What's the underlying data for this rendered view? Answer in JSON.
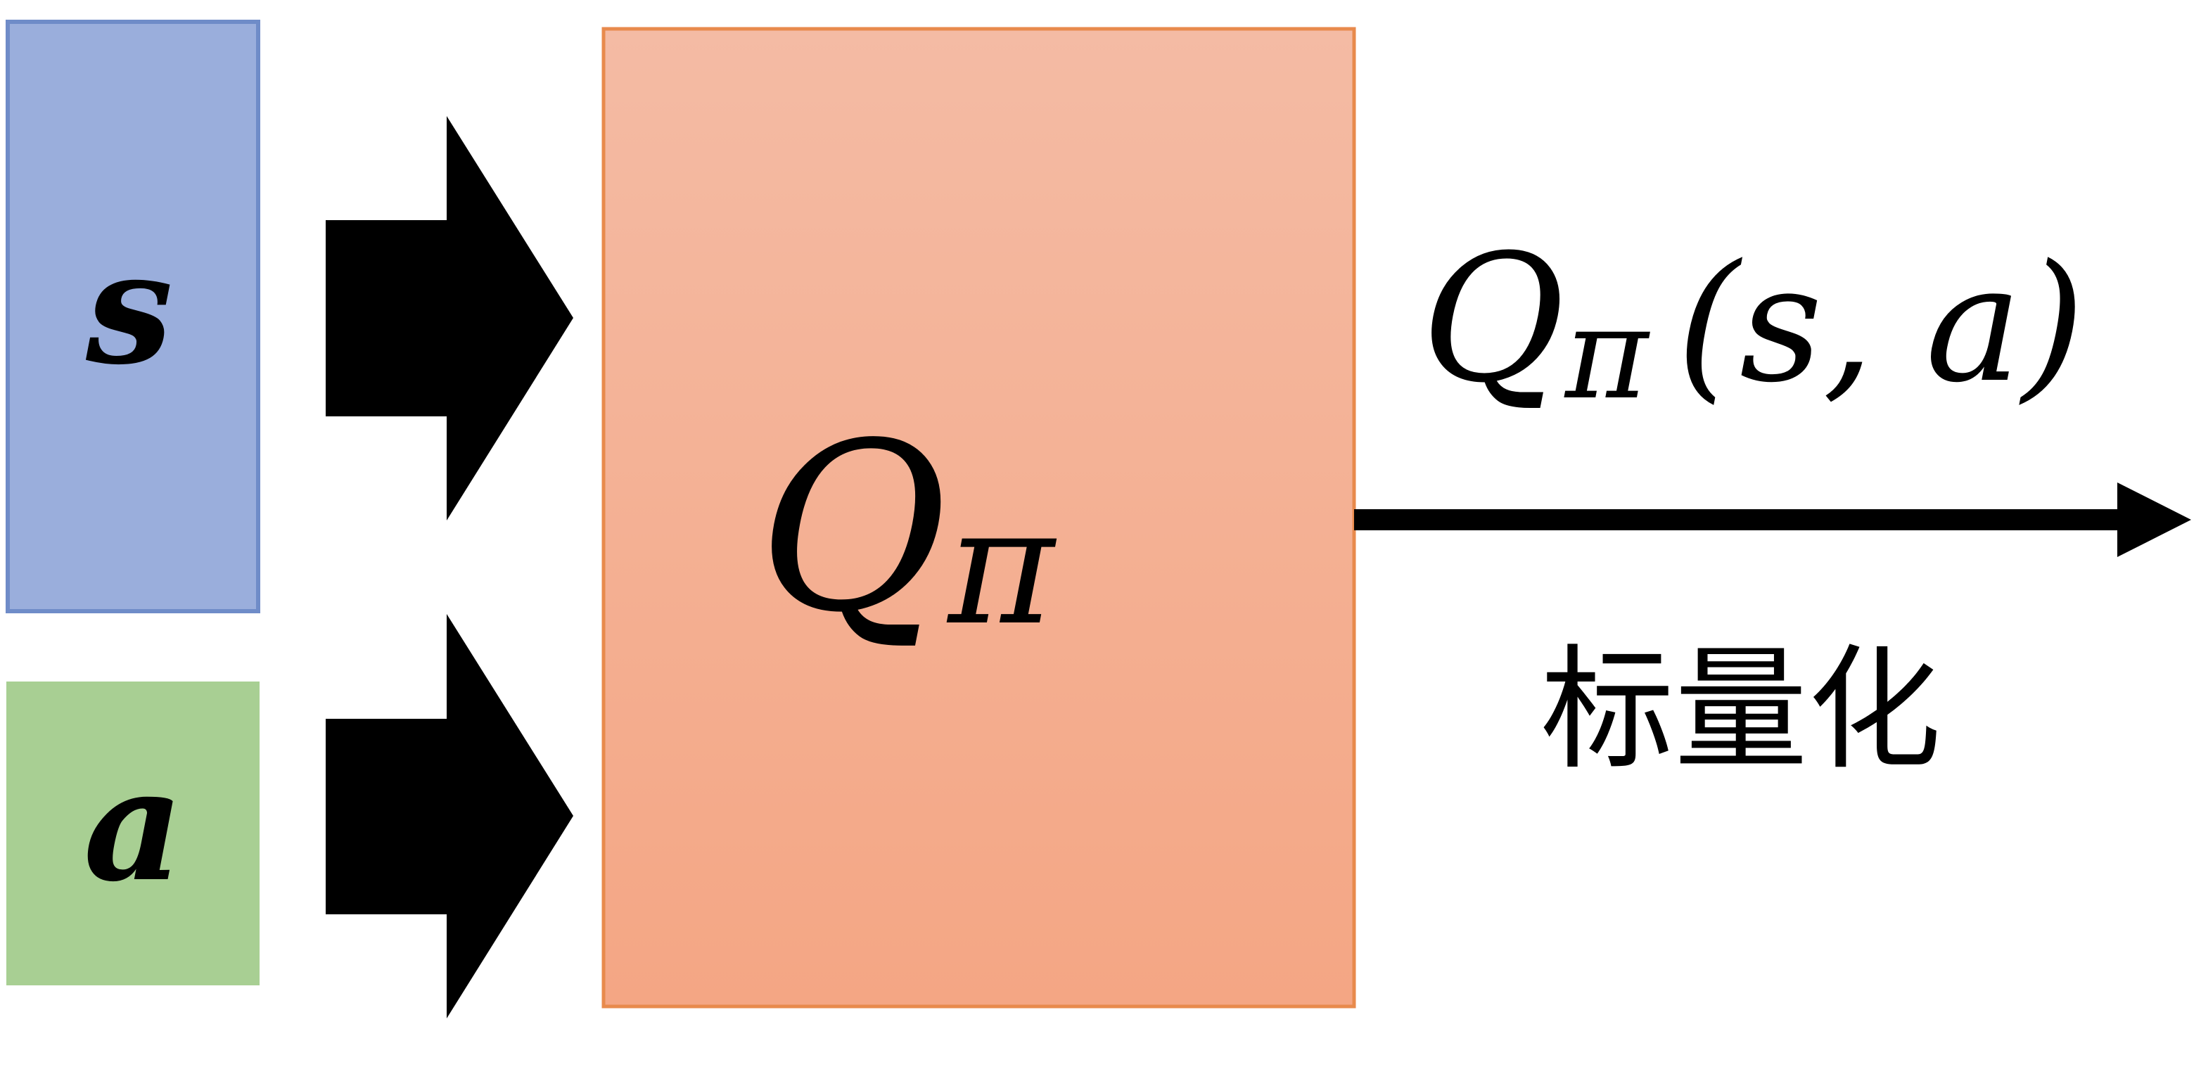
{
  "inputs": {
    "state": {
      "label": "s",
      "color": "#9aaedc",
      "border": "#6f8cc8"
    },
    "action": {
      "label": "a",
      "color": "#a8cf93"
    }
  },
  "network": {
    "symbol": "Q",
    "subscript": "π",
    "fill_top": "#f4bba4",
    "fill_bottom": "#f4a684",
    "border": "#e88a4c"
  },
  "output": {
    "symbol": "Q",
    "subscript": "π",
    "args": "(s, a)",
    "caption": "标量化"
  },
  "arrow_color": "#000000"
}
